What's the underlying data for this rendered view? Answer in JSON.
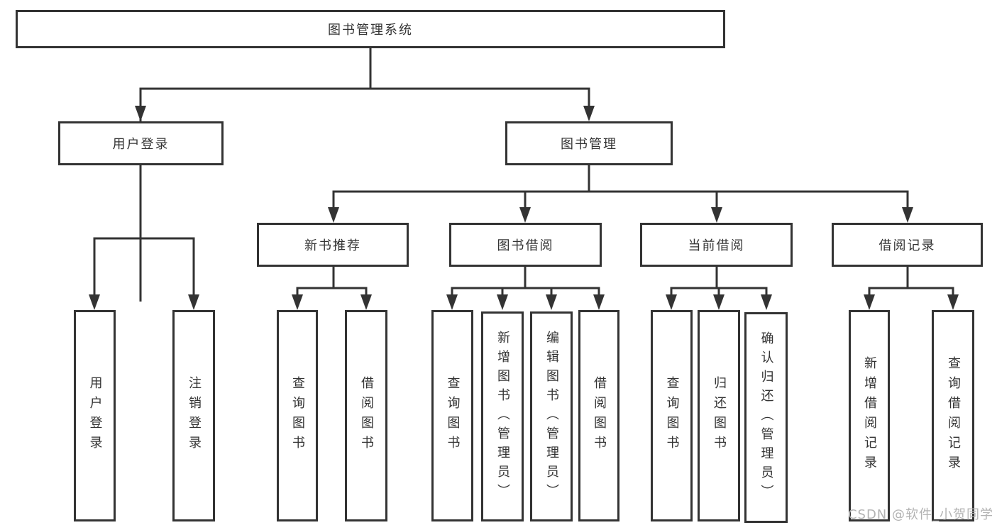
{
  "tree": {
    "label": "图书管理系统",
    "children": [
      {
        "label": "用户登录",
        "children": [
          {
            "label": "用户登录"
          },
          {
            "label": "注销登录"
          }
        ]
      },
      {
        "label": "图书管理",
        "children": [
          {
            "label": "新书推荐",
            "children": [
              {
                "label": "查询图书"
              },
              {
                "label": "借阅图书"
              }
            ]
          },
          {
            "label": "图书借阅",
            "children": [
              {
                "label": "查询图书"
              },
              {
                "label": "新增图书（管理员）"
              },
              {
                "label": "编辑图书（管理员）"
              },
              {
                "label": "借阅图书"
              }
            ]
          },
          {
            "label": "当前借阅",
            "children": [
              {
                "label": "查询图书"
              },
              {
                "label": "归还图书"
              },
              {
                "label": "确认归还（管理员）"
              }
            ]
          },
          {
            "label": "借阅记录",
            "children": [
              {
                "label": "新增借阅记录"
              },
              {
                "label": "查询借阅记录"
              }
            ]
          }
        ]
      }
    ]
  },
  "watermark": {
    "text": "CSDN @软件_小贺同学"
  },
  "colors": {
    "line": "#333333",
    "text": "#333333",
    "watermark": "#b3b3b3",
    "background": "#ffffff"
  }
}
